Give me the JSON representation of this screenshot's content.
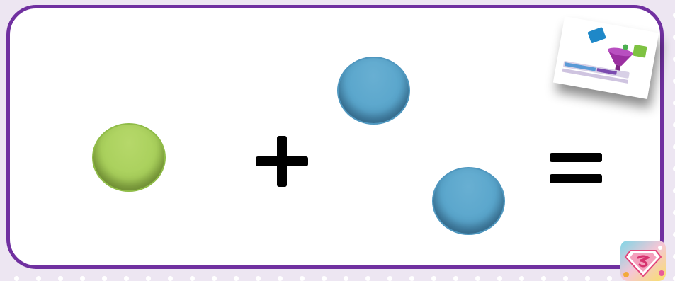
{
  "slide": {
    "operators": {
      "plus": "+",
      "equals": "="
    },
    "colors": {
      "border": "#7030a0",
      "background": "#ede6f2",
      "green_circle": "#a9d05c",
      "blue_circle": "#5aa6cc"
    },
    "counters": {
      "green_count": 1,
      "blue_count": 2
    },
    "decorations": [
      "shape-sorter-thumbnail",
      "superman-shield-sticker"
    ]
  }
}
